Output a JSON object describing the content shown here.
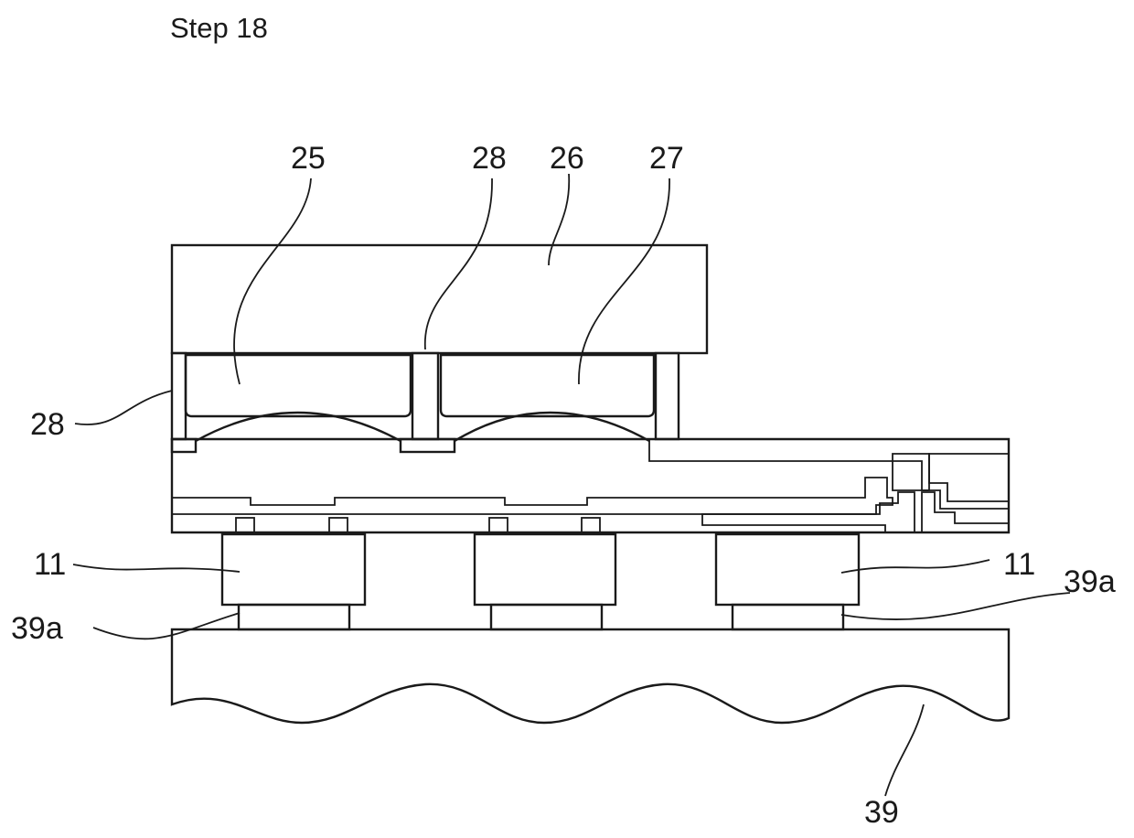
{
  "figure": {
    "step_title": "Step 18",
    "labels": {
      "l25": "25",
      "l28_top": "28",
      "l26": "26",
      "l27": "27",
      "l28_left": "28",
      "l11_left": "11",
      "l11_right": "11",
      "l39a_left": "39a",
      "l39a_right": "39a",
      "l39": "39"
    },
    "colors": {
      "line": "#1a1a1a",
      "background": "#ffffff",
      "bump_fill": "#f4f4f4",
      "substrate_fill": "#f1f1f1",
      "hatch": "#333333"
    }
  }
}
